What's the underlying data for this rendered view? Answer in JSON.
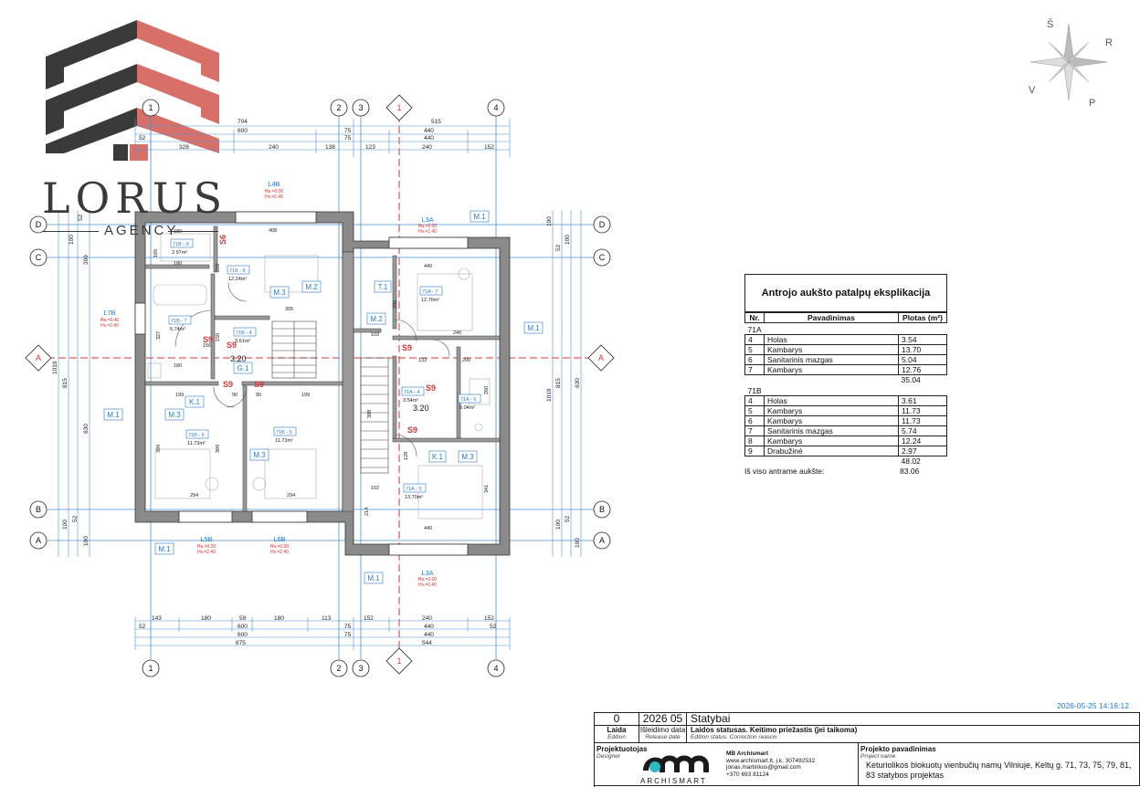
{
  "logo": {
    "name": "LORUS",
    "sub": "AGENCY"
  },
  "compass": {
    "n": "Š",
    "e": "R",
    "s": "P",
    "w": "V"
  },
  "grid": {
    "cols": [
      "1",
      "2",
      "3",
      "4"
    ],
    "rows": [
      "D",
      "C",
      "A",
      "B",
      "A"
    ],
    "section": "1"
  },
  "dims": {
    "top": [
      "704",
      "600",
      "75",
      "515",
      "440",
      "75",
      "440",
      "52",
      "328",
      "240",
      "138",
      "123",
      "240",
      "152"
    ],
    "bottom": [
      "143",
      "180",
      "59",
      "180",
      "113",
      "152",
      "240",
      "152",
      "52",
      "600",
      "75",
      "440",
      "52",
      "600",
      "75",
      "440",
      "675",
      "544"
    ],
    "left": [
      "52",
      "100",
      "399",
      "1019",
      "815",
      "630",
      "100",
      "52",
      "190"
    ],
    "right": [
      "190",
      "52",
      "100",
      "1019",
      "815",
      "630",
      "100",
      "52",
      "190"
    ],
    "inner": [
      "180",
      "408",
      "165",
      "180",
      "220",
      "305",
      "327",
      "150",
      "156",
      "180",
      "199",
      "90",
      "90",
      "199",
      "399",
      "399",
      "294",
      "294",
      "440",
      "290",
      "246",
      "103",
      "200",
      "133",
      "260",
      "388",
      "128",
      "102",
      "214",
      "341",
      "440"
    ]
  },
  "windows": {
    "L4B": {
      "id": "L4B",
      "ha": "Ha.=0.00",
      "hv": "Hv.=2.40"
    },
    "L3A_top": {
      "id": "L3A",
      "ha": "Ha.=0.00",
      "hv": "Hv.=2.40"
    },
    "L7B": {
      "id": "L7B",
      "ha": "Ha.=0.40",
      "hv": "Hv.=2.40"
    },
    "L5B": {
      "id": "L5B",
      "ha": "Ha.=0.00",
      "hv": "Hv.=2.40"
    },
    "L6B": {
      "id": "L6B",
      "ha": "Ha.=0.00",
      "hv": "Hv.=2.40"
    },
    "L3A_bot": {
      "id": "L3A",
      "ha": "Ha.=0.00",
      "hv": "Hv.=2.40"
    }
  },
  "rooms": {
    "r71B9": {
      "id": "71B - 9",
      "area": "2.97m²"
    },
    "r71B8": {
      "id": "71B - 8",
      "area": "12.24m²"
    },
    "r71B7": {
      "id": "71B - 7",
      "area": "5.74m²"
    },
    "r71B4": {
      "id": "71B - 4",
      "area": "3.61m²"
    },
    "r71B6": {
      "id": "71B - 6",
      "area": "11.73m²"
    },
    "r71B5": {
      "id": "71B - 5",
      "area": "11.73m²"
    },
    "r71A7": {
      "id": "71A - 7",
      "area": "12.76m²"
    },
    "r71A4": {
      "id": "71A - 4",
      "area": "3.54m²"
    },
    "r71A6": {
      "id": "71A - 6",
      "area": "5.04m²"
    },
    "r71A5": {
      "id": "71A - 5",
      "area": "13.70m²"
    }
  },
  "tags": {
    "M1": "M.1",
    "M2": "M.2",
    "M3": "M.3",
    "K1": "K.1",
    "G1": "G.1",
    "T1": "T.1",
    "S9": "S9",
    "S6": "S6",
    "level": "3.20"
  },
  "explication": {
    "title": "Antrojo aukšto patalpų eksplikacija",
    "headers": [
      "Nr.",
      "Pavadinimas",
      "Plotas (m²)"
    ],
    "groups": [
      {
        "name": "71A",
        "rows": [
          [
            "4",
            "Holas",
            "3.54"
          ],
          [
            "5",
            "Kambarys",
            "13.70"
          ],
          [
            "6",
            "Sanitarinis mazgas",
            "5.04"
          ],
          [
            "7",
            "Kambarys",
            "12.76"
          ]
        ],
        "sum": "35.04"
      },
      {
        "name": "71B",
        "rows": [
          [
            "4",
            "Holas",
            "3.61"
          ],
          [
            "5",
            "Kambarys",
            "11.73"
          ],
          [
            "6",
            "Kambarys",
            "11.73"
          ],
          [
            "7",
            "Sanitarinis mazgas",
            "5.74"
          ],
          [
            "8",
            "Kambarys",
            "12.24"
          ],
          [
            "9",
            "Drabužinė",
            "2.97"
          ]
        ],
        "sum": "48.02"
      }
    ],
    "total_label": "Iš viso antrame aukšte:",
    "total": "83.06"
  },
  "title_block": {
    "timestamp": "2026-05-25 14:16:12",
    "edition": "0",
    "date": "2026 05",
    "status": "Statybai",
    "edition_lt": "Laida",
    "edition_en": "Edition",
    "date_lt": "Išleidimo data",
    "date_en": "Release date",
    "status_lt": "Laidos statusas. Keitimo priežastis (jei taikoma)",
    "status_en": "Edition status. Correction reason",
    "designer_lt": "Projektuotojas",
    "designer_en": "Designer",
    "brand": "ARCHISMART",
    "company": "MB Archismart",
    "company_lines": [
      "www.archismart.lt, į.k. 307492532",
      "jonas.martinkus@gmail.com",
      "+370 693 81124"
    ],
    "project_lt": "Projekto pavadinimas",
    "project_en": "Project name",
    "project_name": "Keturiolikos blokuotų vienbučių namų Vilniuje, Keltų g. 71, 73, 75, 79, 81, 83 statybos projektas"
  }
}
